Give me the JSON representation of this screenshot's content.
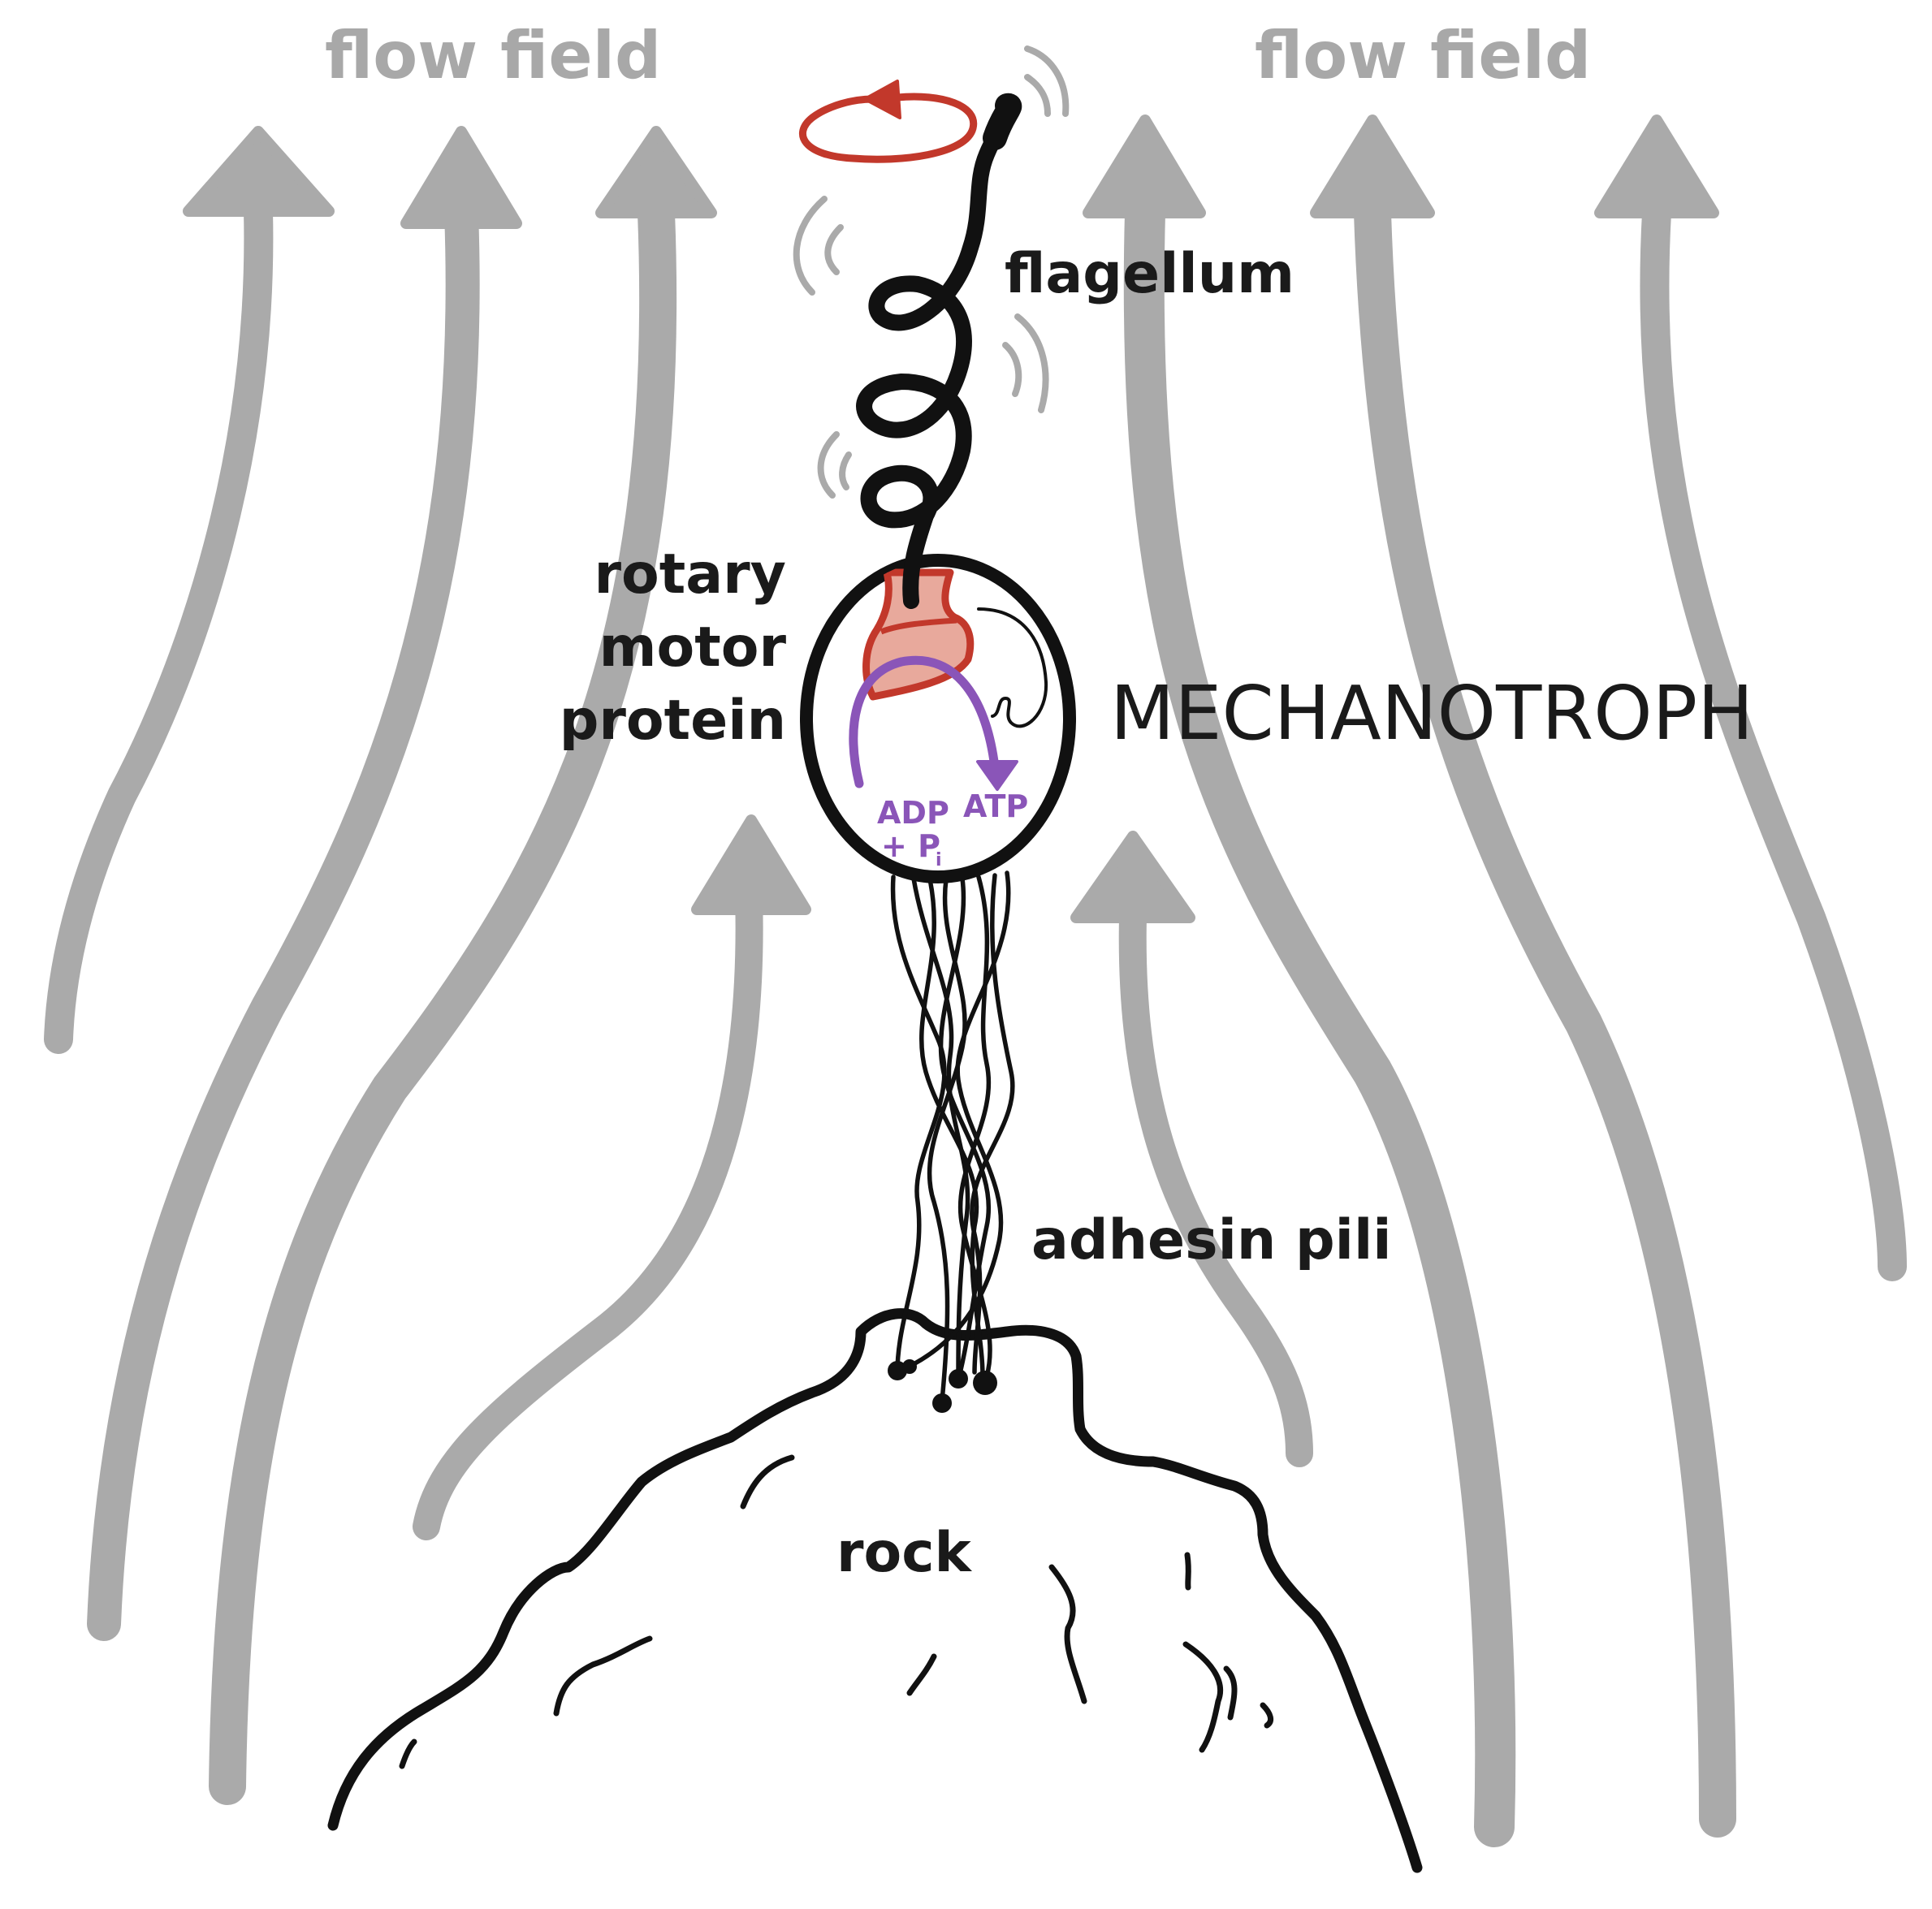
{
  "labels": {
    "flow_field_left": "flow field",
    "flow_field_right": "flow field",
    "flagellum": "flagellum",
    "rotary": "rotary",
    "motor": "motor",
    "protein": "protein",
    "mechanotroph": "MECHANOTROPH",
    "adp": "ADP",
    "plus_p": "+ P",
    "sub_i": "i",
    "atp": "ATP",
    "adhesin_pili": "adhesin pili",
    "rock": "rock"
  },
  "colors": {
    "flow_arrow": "#aaaaaa",
    "outline": "#111111",
    "motor_red": "#c2382b",
    "motor_fill": "#e8a99c",
    "cycle_purple": "#8a55b8",
    "label_dark": "#1a1a1a",
    "label_flow": "#a8a8a8"
  }
}
